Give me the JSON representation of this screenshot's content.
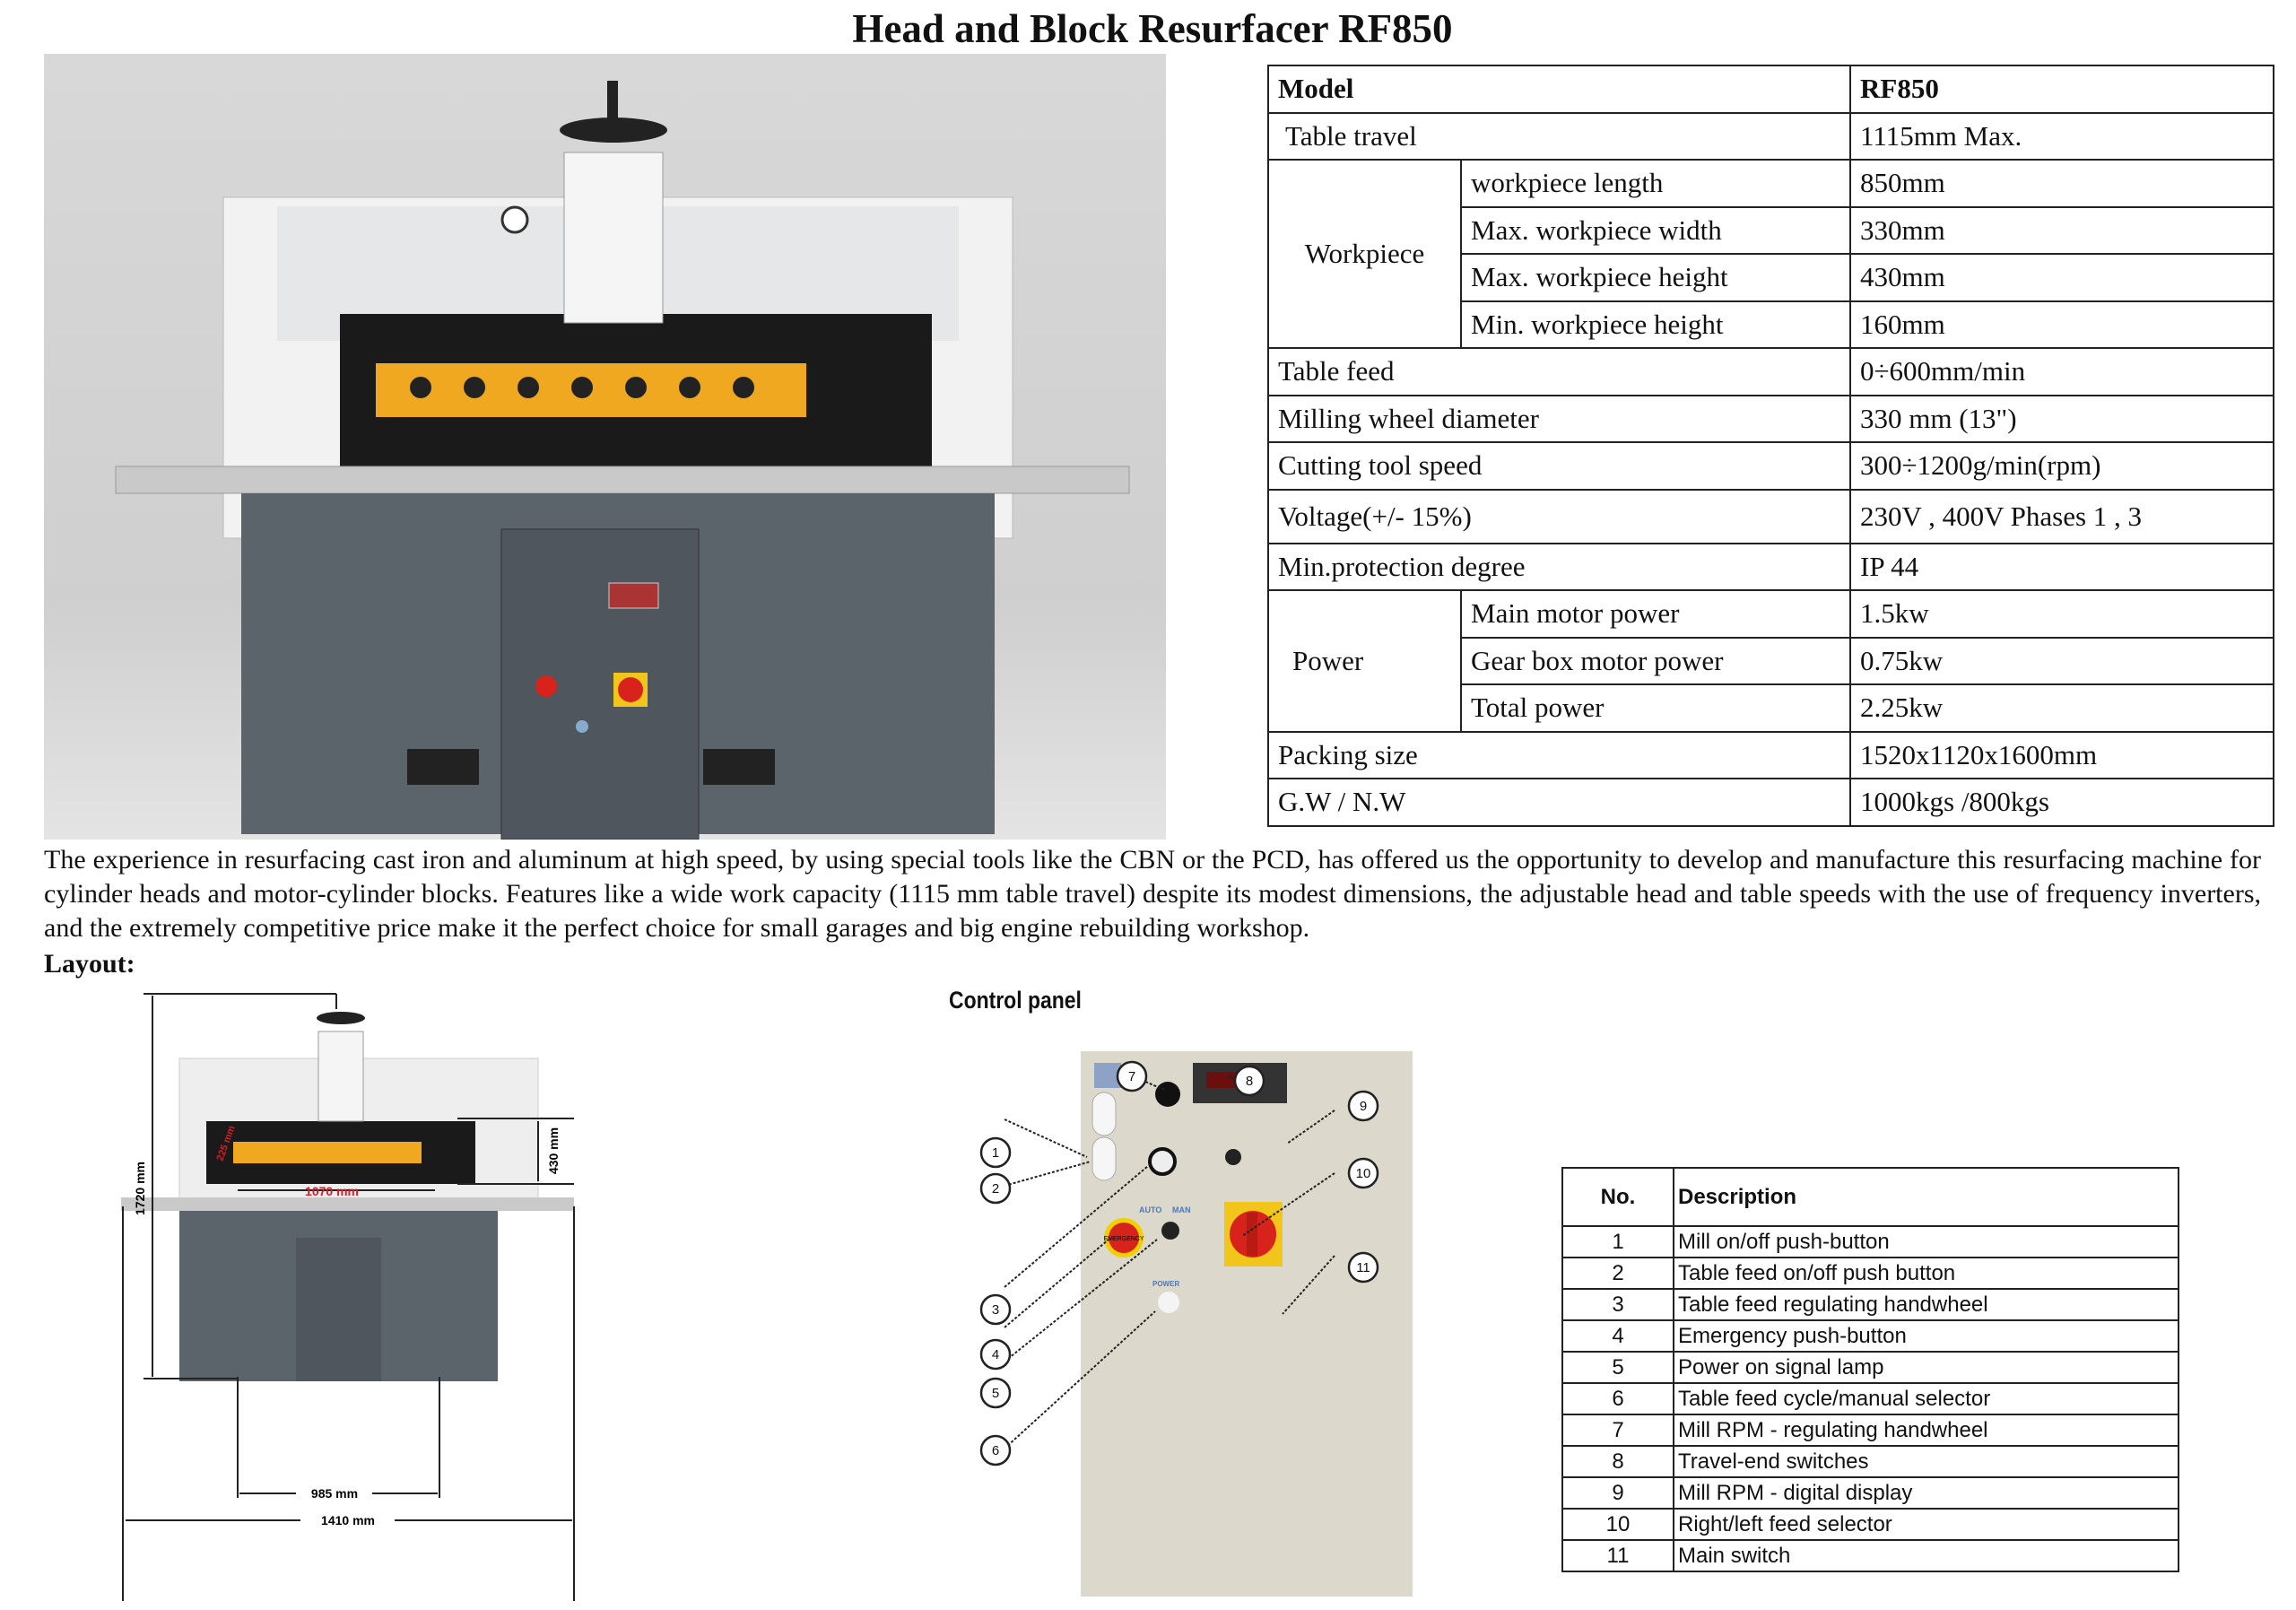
{
  "title": "Head and Block Resurfacer RF850",
  "spec_table": {
    "model_label": "Model",
    "model_value": "RF850",
    "table_travel": {
      "label": "Table travel",
      "value": "1115mm Max."
    },
    "workpiece": {
      "group": "Workpiece",
      "rows": [
        {
          "label": "workpiece length",
          "value": "850mm"
        },
        {
          "label": "Max. workpiece width",
          "value": "330mm"
        },
        {
          "label": "Max. workpiece height",
          "value": "430mm"
        },
        {
          "label": "Min. workpiece height",
          "value": "160mm"
        }
      ]
    },
    "mid_rows": [
      {
        "label": "Table feed",
        "value": "0÷600mm/min"
      },
      {
        "label": "Milling wheel diameter",
        "value": "330 mm (13\")"
      },
      {
        "label": "Cutting tool speed",
        "value": "300÷1200g/min(rpm)"
      },
      {
        "label": "Voltage(+/- 15%)",
        "value": "230V , 400V Phases 1 , 3"
      },
      {
        "label": "Min.protection degree",
        "value": "IP 44"
      }
    ],
    "power": {
      "group": "Power",
      "rows": [
        {
          "label": "Main motor power",
          "value": "1.5kw"
        },
        {
          "label": "Gear box motor power",
          "value": "0.75kw"
        },
        {
          "label": "Total power",
          "value": "2.25kw"
        }
      ]
    },
    "end_rows": [
      {
        "label": "Packing size",
        "value": "1520x1120x1600mm"
      },
      {
        "label": "G.W / N.W",
        "value": "1000kgs /800kgs"
      }
    ]
  },
  "description": "The experience in resurfacing cast iron and aluminum at high speed, by using special tools like the CBN or the PCD, has offered us the opportunity to develop and manufacture this resurfacing machine for cylinder heads and motor-cylinder blocks. Features like a wide work capacity (1115 mm table travel) despite its modest dimensions, the adjustable head and table speeds with the use of frequency inverters, and the extremely competitive price make it the perfect choice for small garages and big engine rebuilding workshop.",
  "layout_label": "Layout:",
  "dimensions": {
    "height": "1720 mm",
    "table_length": "1070 mm",
    "work_height": "430 mm",
    "head": "225 mm",
    "base_width": "985 mm",
    "total_width": "1410 mm"
  },
  "control_panel": {
    "label": "Control panel",
    "auto": "AUTO",
    "man": "MAN",
    "power": "POWER",
    "emergency": "EMERGENCY",
    "callouts": [
      "1",
      "2",
      "3",
      "4",
      "5",
      "6",
      "7",
      "8",
      "9",
      "10",
      "11"
    ]
  },
  "desc_table": {
    "headers": [
      "No.",
      "Description"
    ],
    "rows": [
      [
        "1",
        "Mill on/off push-button"
      ],
      [
        "2",
        "Table feed on/off push button"
      ],
      [
        "3",
        "Table feed regulating handwheel"
      ],
      [
        "4",
        "Emergency push-button"
      ],
      [
        "5",
        "Power on signal lamp"
      ],
      [
        "6",
        "Table feed cycle/manual selector"
      ],
      [
        "7",
        "Mill RPM - regulating handwheel"
      ],
      [
        "8",
        "Travel-end switches"
      ],
      [
        "9",
        "Mill RPM - digital display"
      ],
      [
        "10",
        "Right/left feed selector"
      ],
      [
        "11",
        "Main switch"
      ]
    ]
  },
  "colors": {
    "machine_gray": "#5b636b",
    "workpiece_yellow": "#f0a821",
    "emergency_red": "#d8231c",
    "panel_beige": "#ddd8cc",
    "dim_red": "#d0202a"
  }
}
